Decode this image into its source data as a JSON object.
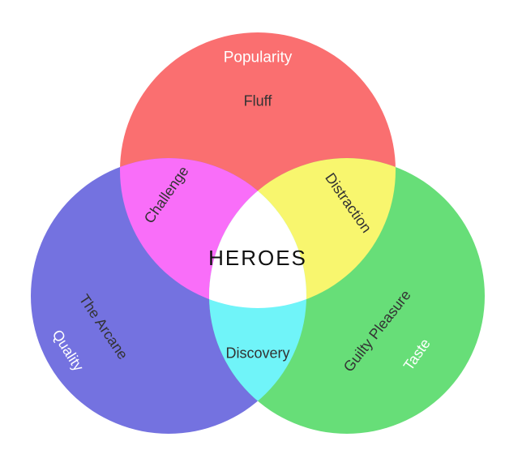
{
  "page": {
    "background": "#ffffff"
  },
  "diagram": {
    "center_label": "HEROES",
    "center_color": "#ffffff",
    "text_colors": {
      "dark": "#333333",
      "light": "#ffffff"
    },
    "sets": [
      {
        "name": "Popularity",
        "exclusive_label": "Fluff",
        "color": "#fa6f70"
      },
      {
        "name": "Quality",
        "exclusive_label": "The Arcane",
        "color": "#7472e0"
      },
      {
        "name": "Taste",
        "exclusive_label": "Guilty Pleasure",
        "color": "#67de78"
      }
    ],
    "overlaps": [
      {
        "label": "Challenge",
        "between": "Popularity-Quality",
        "color": "#f96ef9"
      },
      {
        "label": "Distraction",
        "between": "Popularity-Taste",
        "color": "#f8f66e"
      },
      {
        "label": "Discovery",
        "between": "Quality-Taste",
        "color": "#70f4f9"
      }
    ]
  }
}
